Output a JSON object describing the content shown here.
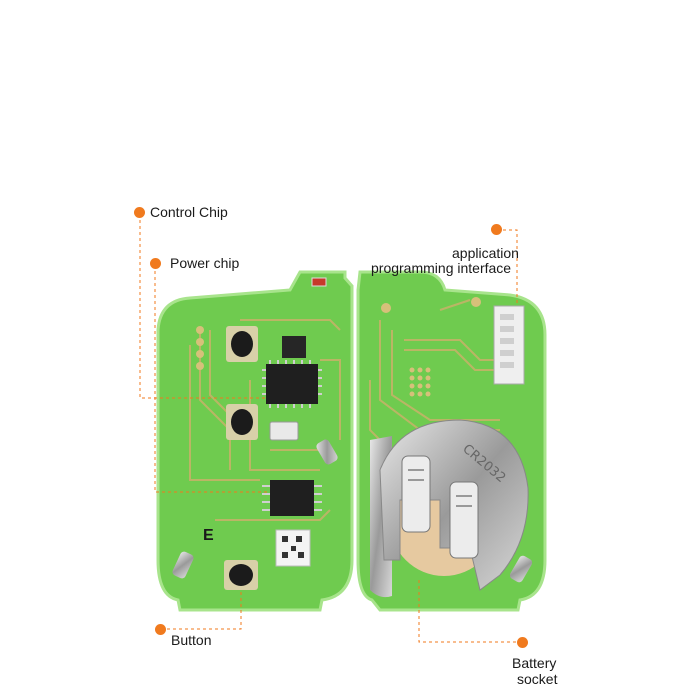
{
  "callouts": {
    "control_chip": "Control Chip",
    "power_chip": "Power chip",
    "button": "Button",
    "api_line1": "application",
    "api_line2": "programming interface",
    "battery_line1": "Battery",
    "battery_line2": "socket"
  },
  "board_marks": {
    "letter": "E",
    "socket_text": "CR2032"
  },
  "colors": {
    "pcb_green": "#6fcb4f",
    "pcb_edge": "#9be07e",
    "copper": "#c9b26a",
    "accent": "#f07a1e"
  }
}
